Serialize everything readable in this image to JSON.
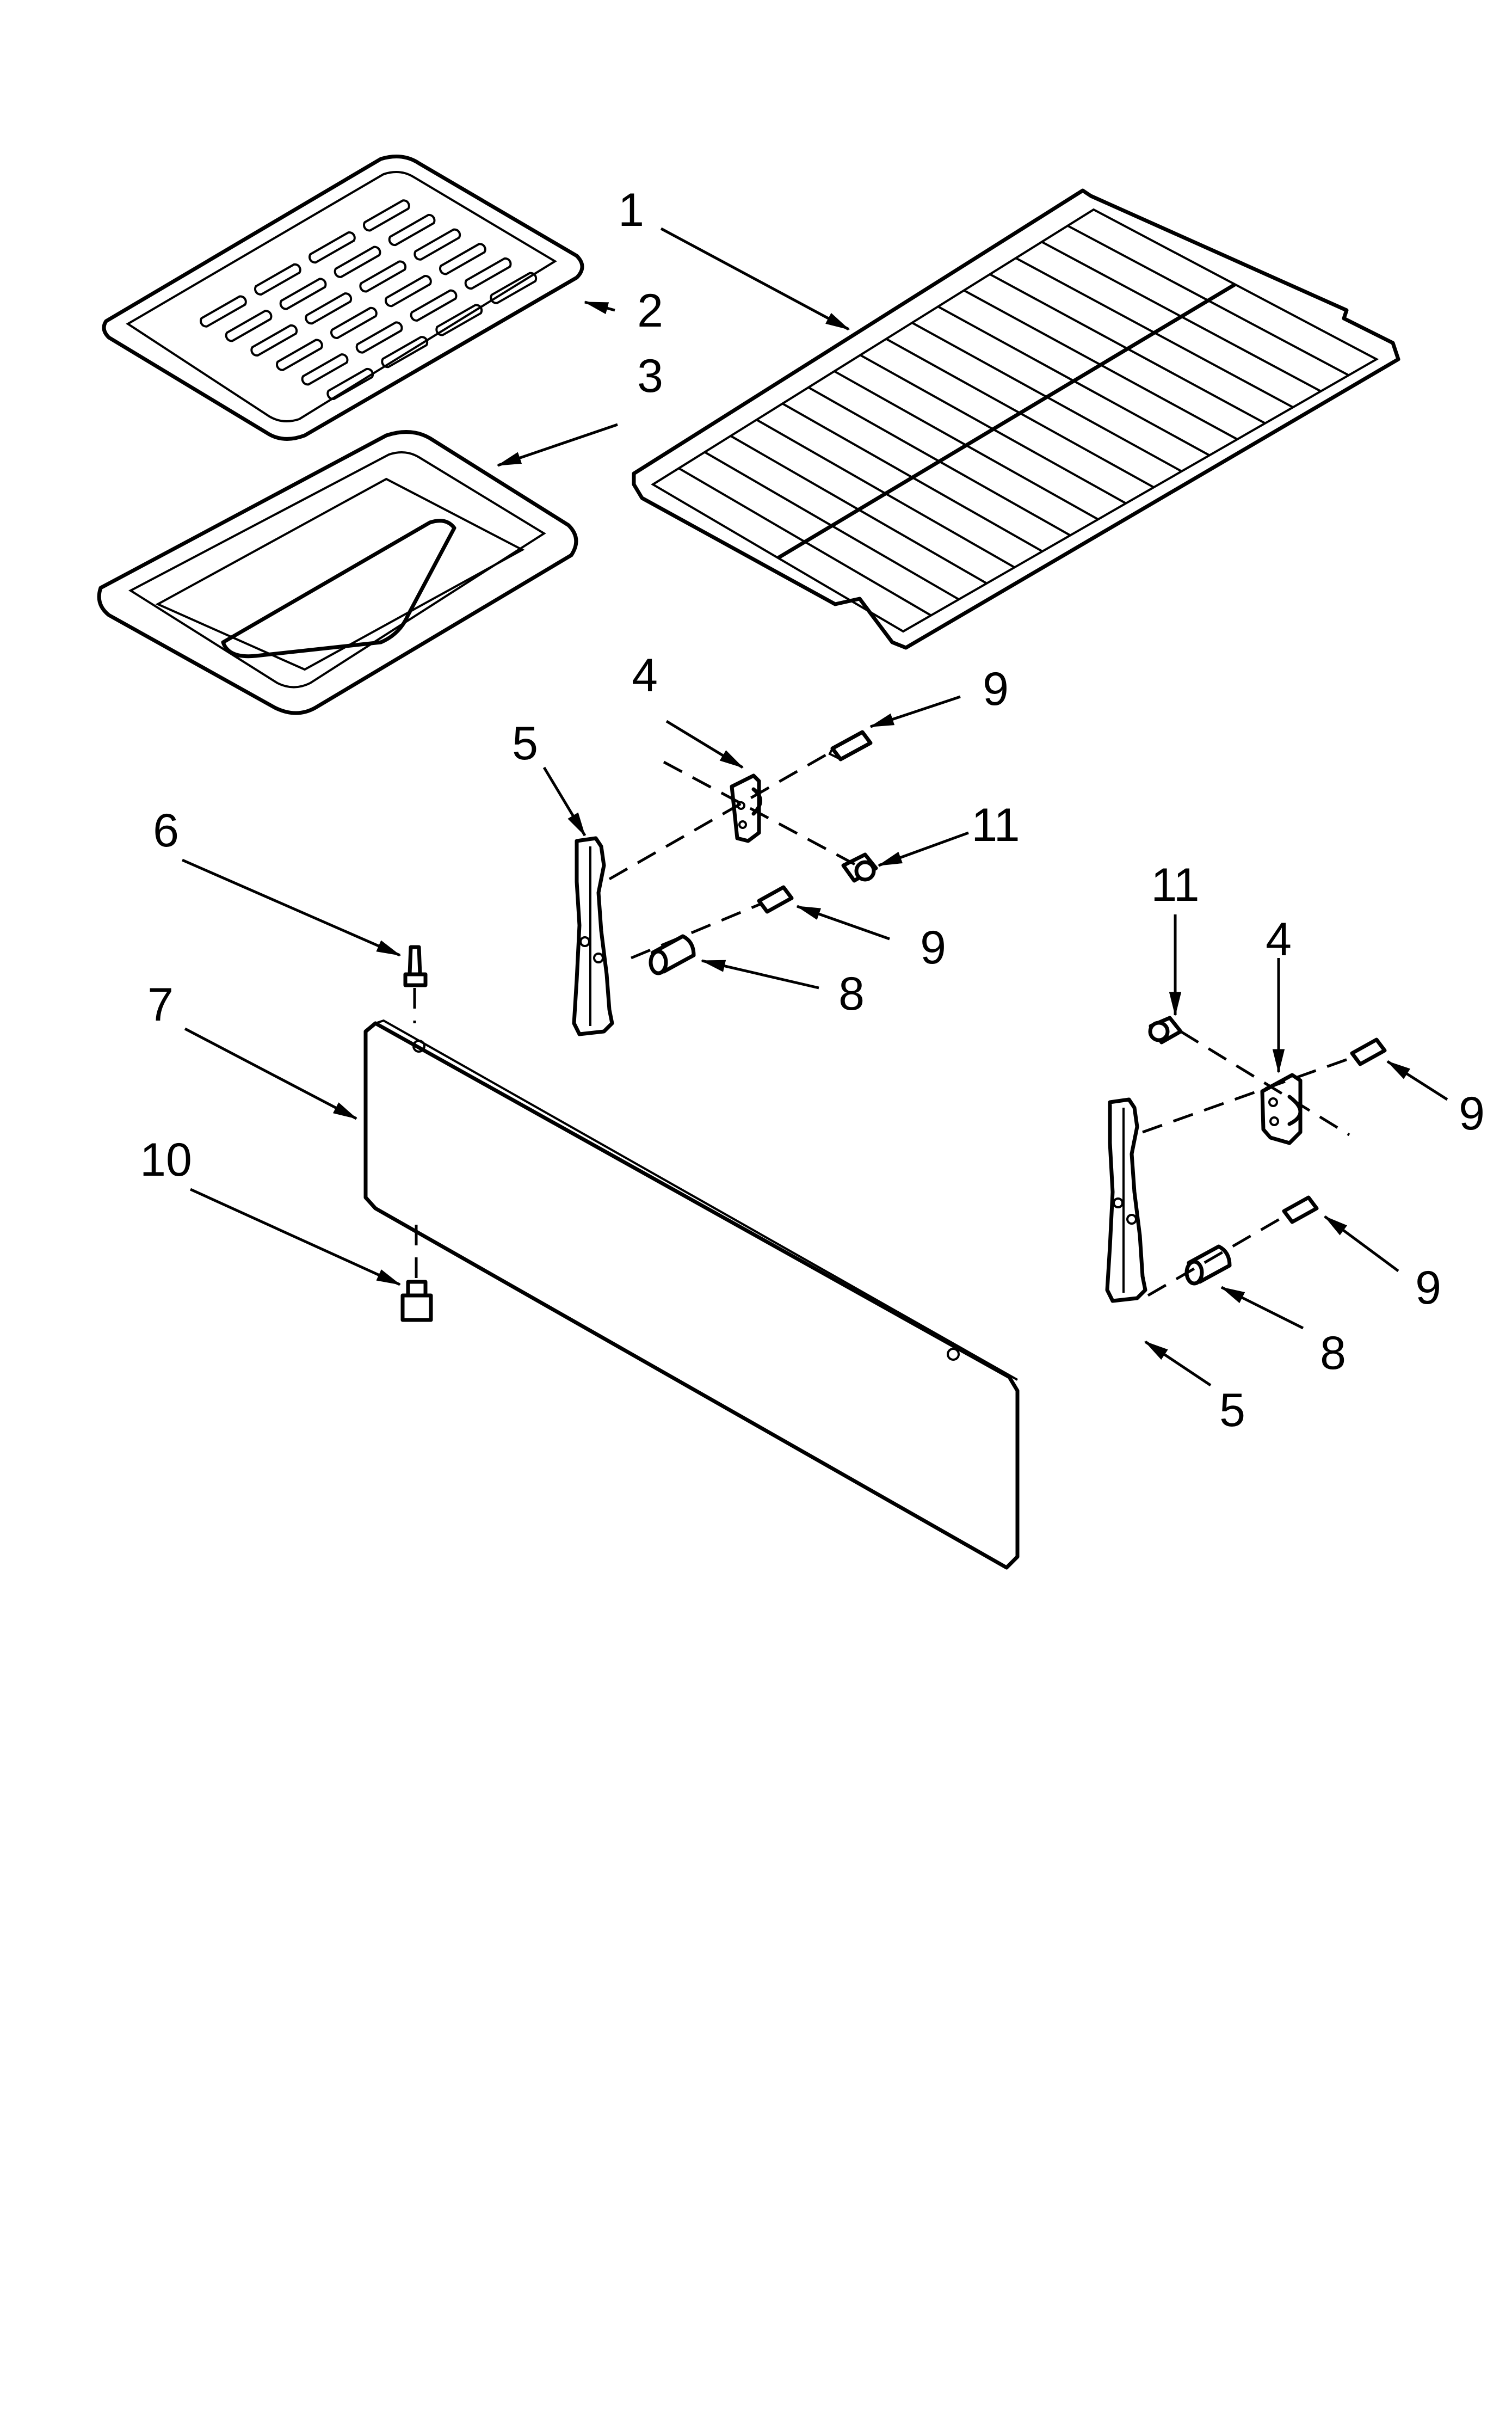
{
  "colors": {
    "ink": "#000000",
    "paper": "#ffffff"
  },
  "callouts": [
    {
      "id": "c1",
      "label": "1"
    },
    {
      "id": "c2",
      "label": "2"
    },
    {
      "id": "c3",
      "label": "3"
    },
    {
      "id": "c4a",
      "label": "4"
    },
    {
      "id": "c4b",
      "label": "4"
    },
    {
      "id": "c5a",
      "label": "5"
    },
    {
      "id": "c5b",
      "label": "5"
    },
    {
      "id": "c6",
      "label": "6"
    },
    {
      "id": "c7",
      "label": "7"
    },
    {
      "id": "c8a",
      "label": "8"
    },
    {
      "id": "c8b",
      "label": "8"
    },
    {
      "id": "c9a",
      "label": "9"
    },
    {
      "id": "c9b",
      "label": "9"
    },
    {
      "id": "c9c",
      "label": "9"
    },
    {
      "id": "c9d",
      "label": "9"
    },
    {
      "id": "c10",
      "label": "10"
    },
    {
      "id": "c11a",
      "label": "11"
    },
    {
      "id": "c11b",
      "label": "11"
    }
  ]
}
